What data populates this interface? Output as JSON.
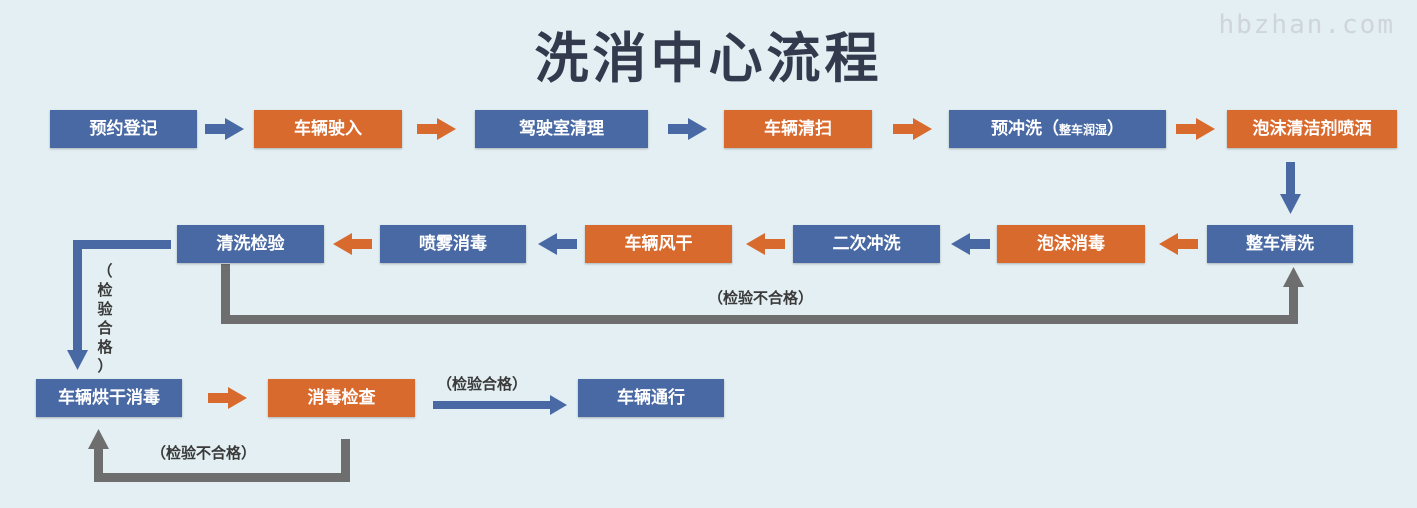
{
  "title": "洗消中心流程",
  "watermark": "hbzhan.com",
  "colors": {
    "blue": "#4969a4",
    "orange": "#d96a2e",
    "gray": "#6e6e6e",
    "background": "#e3eff3"
  },
  "row1": {
    "step1": "预约登记",
    "step2": "车辆驶入",
    "step3": "驾驶室清理",
    "step4": "车辆清扫",
    "step5_main": "预冲洗（",
    "step5_sub": "整车润湿",
    "step5_end": "）",
    "step6": "泡沫清洁剂喷洒"
  },
  "row2": {
    "step7": "整车清洗",
    "step8": "泡沫消毒",
    "step9": "二次冲洗",
    "step10": "车辆风干",
    "step11": "喷雾消毒",
    "step12": "清洗检验"
  },
  "row3": {
    "step13": "车辆烘干消毒",
    "step14": "消毒检查",
    "step15": "车辆通行"
  },
  "labels": {
    "fail_row2": "（检验不合格）",
    "pass_vertical": [
      "（",
      "检",
      "验",
      "合",
      "格",
      "）"
    ],
    "pass_row3": "（检验合格）",
    "fail_row3": "（检验不合格）"
  }
}
